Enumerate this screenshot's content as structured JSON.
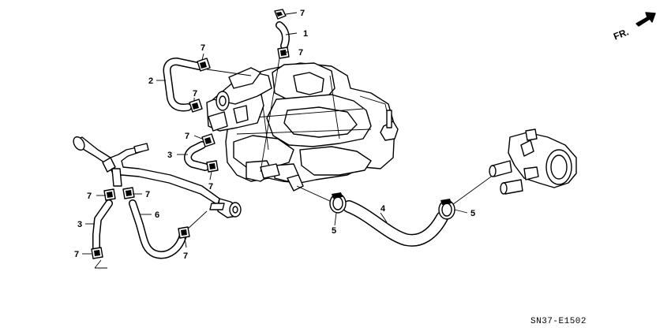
{
  "diagram": {
    "part_callouts": [
      "1",
      "2",
      "3",
      "3",
      "4",
      "5",
      "5",
      "6",
      "7",
      "7",
      "7",
      "7",
      "7",
      "7",
      "7",
      "7",
      "7",
      "7"
    ],
    "direction_label": "FR.",
    "diagram_code": "SN37-E1502"
  }
}
